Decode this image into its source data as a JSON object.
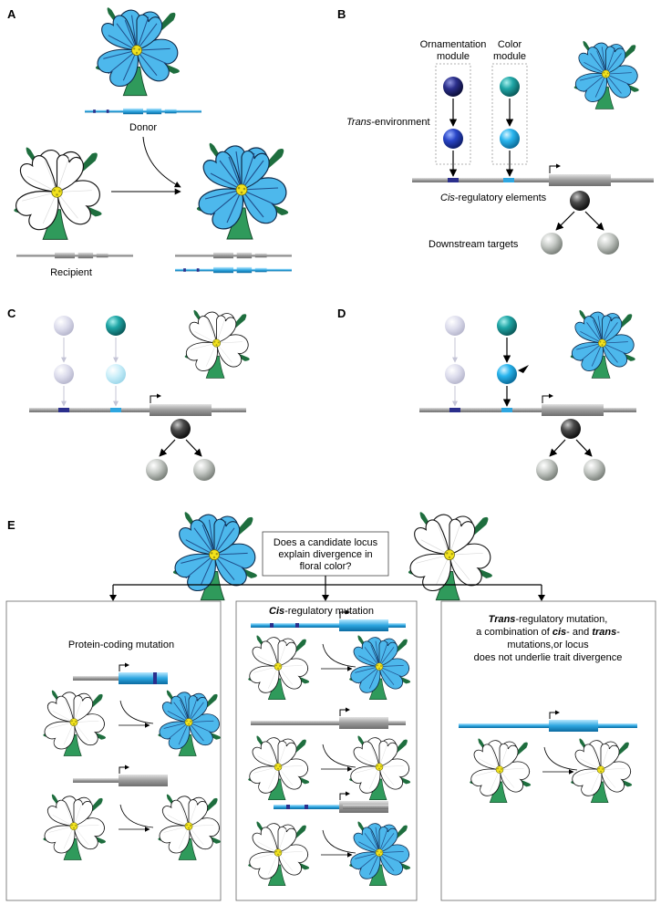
{
  "panels": {
    "A": {
      "letter": "A",
      "donor_label": "Donor",
      "recipient_label": "Recipient"
    },
    "B": {
      "letter": "B",
      "ornamentation_line1": "Ornamentation",
      "ornamentation_line2": "module",
      "color_line1": "Color",
      "color_line2": "module",
      "trans_italic": "Trans",
      "trans_rest": "-environment",
      "cis_italic": "Cis",
      "cis_rest": "-regulatory elements",
      "downstream_label": "Downstream targets"
    },
    "C": {
      "letter": "C"
    },
    "D": {
      "letter": "D"
    },
    "E": {
      "letter": "E",
      "question_line1": "Does a candidate locus",
      "question_line2": "explain divergence in",
      "question_line3": "floral color?",
      "box1_title": "Protein-coding mutation",
      "box2_title_bold": "Cis",
      "box2_title_rest": "-regulatory mutation",
      "box3_line1_bold": "Trans",
      "box3_line1_rest": "-regulatory mutation,",
      "box3_line2_a": "a combination of ",
      "box3_line2_cis": "cis",
      "box3_line2_b": "- and ",
      "box3_line2_trans": "trans",
      "box3_line2_c": "-",
      "box3_line3": "mutations,or locus",
      "box3_line4": "does not underlie trait divergence"
    }
  },
  "colors": {
    "petal_blue": "#4db8ec",
    "petal_vein": "#1f4f8c",
    "petal_white": "#ffffff",
    "center_yellow": "#f2e21d",
    "stem_green": "#2f9a5b",
    "sepal_green": "#1e6e3e",
    "gene_gray": "#a9a9a9",
    "gene_blue": "#2da6e0",
    "ornament_navy": "#2b2f8c",
    "color_teal": "#1fa6a6",
    "downstream_gray": "#b8bcb8"
  }
}
